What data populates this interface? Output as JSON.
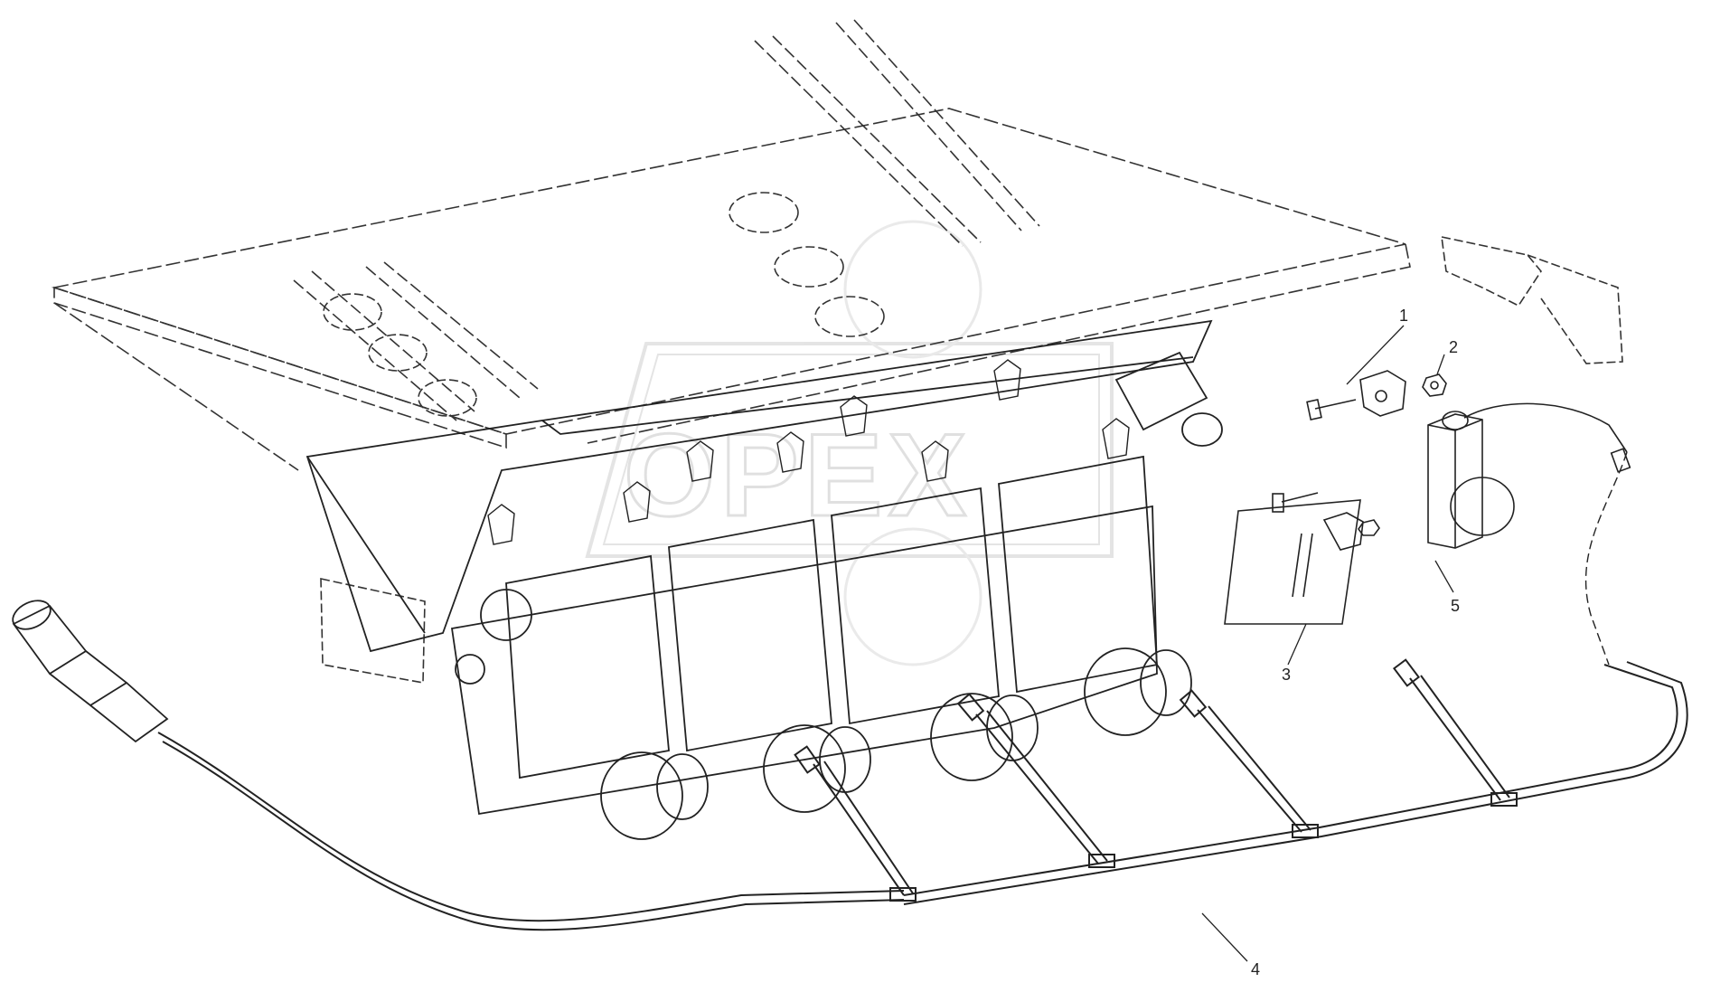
{
  "diagram": {
    "watermark": "OPEX",
    "callouts": [
      {
        "id": "1",
        "label": "1"
      },
      {
        "id": "2",
        "label": "2"
      },
      {
        "id": "3",
        "label": "3"
      },
      {
        "id": "4",
        "label": "4"
      },
      {
        "id": "5",
        "label": "5"
      }
    ]
  }
}
